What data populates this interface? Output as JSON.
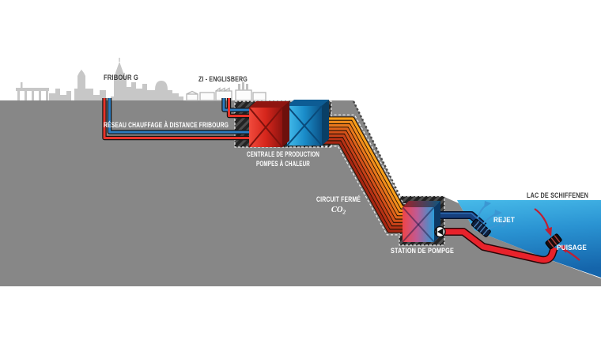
{
  "diagram": {
    "city_label": "FRIBOUR G",
    "zone_label": "ZI - ENGLISBERG",
    "network_label": "RÉSEAU CHAUFFAGE À DISTANCE FRIBOURG",
    "plant_label_line1": "CENTRALE DE PRODUCTION",
    "plant_label_line2": "POMPES À CHALEUR",
    "circuit_label": "CIRCUIT FERMÉ",
    "circuit_formula": "CO",
    "circuit_formula_subscript": "2",
    "pump_station_label": "STATION DE POMPGE",
    "lake_label": "LAC DE SCHIFFENEN",
    "discharge_label": "REJET",
    "intake_label": "PUISAGE"
  },
  "colors": {
    "ground_gray": "#878787",
    "skyline_gray": "#c7c7c7",
    "hot_pipe_red": "#e8342a",
    "network_pipe_blue": "#2b7bbf",
    "co2_bundle_orange": "#f7941d",
    "deep_water_pipe_navy": "#16407e",
    "lake_top_blue": "#47bae9",
    "lake_deep_blue": "#1565ab",
    "hatch_dark": "#232323",
    "label_light": "#ffffff",
    "label_dark": "#3d3d3d"
  },
  "icons": {
    "pump": "pump-valve-icon",
    "discharge_arrows": "upward-flow-arrows",
    "intake_arrows": "inward-flow-arrows"
  }
}
